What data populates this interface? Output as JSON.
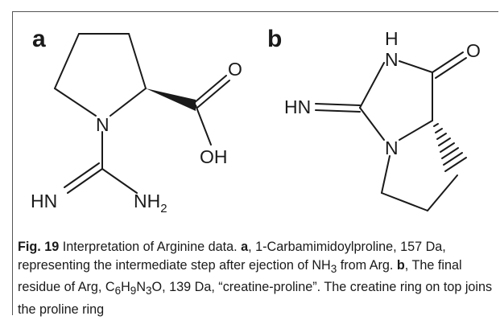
{
  "figure": {
    "panel_a": {
      "label": "a",
      "atom_n": "N",
      "atom_o": "O",
      "atom_oh": "OH",
      "atom_hn": "HN",
      "atom_nh2": "NH",
      "atom_nh2_sub": "2"
    },
    "panel_b": {
      "label": "b",
      "atom_h": "H",
      "atom_n_top": "N",
      "atom_o": "O",
      "atom_hn": "HN",
      "atom_n_bottom": "N"
    },
    "caption": {
      "fig_number": "Fig. 19",
      "text_1": " Interpretation of Arginine data. ",
      "a_label": "a",
      "text_2": ", 1-Carbamimidoylproline, 157 Da, representing the intermediate step after ejection of NH",
      "nh3_sub": "3",
      "text_3": " from Arg. ",
      "b_label": "b",
      "text_4": ", The final residue of Arg, C",
      "c_sub": "6",
      "h_char": "H",
      "h_sub": "9",
      "n_char": "N",
      "n_sub": "3",
      "text_5": "O, 139 Da, “creatine-proline”. The creatine ring on top joins the proline ring"
    }
  }
}
